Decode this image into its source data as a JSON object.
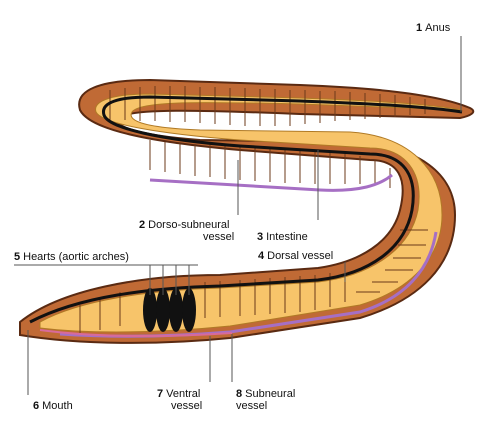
{
  "labels": [
    {
      "key": "anus",
      "number": "1",
      "text": "Anus",
      "line2": ""
    },
    {
      "key": "dorso-subneural",
      "number": "2",
      "text": "Dorso-subneural",
      "line2": "vessel"
    },
    {
      "key": "intestine",
      "number": "3",
      "text": "Intestine",
      "line2": ""
    },
    {
      "key": "dorsal-vessel",
      "number": "4",
      "text": "Dorsal vessel",
      "line2": ""
    },
    {
      "key": "hearts",
      "number": "5",
      "text": "Hearts (aortic arches)",
      "line2": ""
    },
    {
      "key": "mouth",
      "number": "6",
      "text": "Mouth",
      "line2": ""
    },
    {
      "key": "ventral-vessel",
      "number": "7",
      "text": "Ventral",
      "line2": "vessel"
    },
    {
      "key": "subneural-vessel",
      "number": "8",
      "text": "Subneural",
      "line2": "vessel"
    }
  ],
  "colors": {
    "body_wall": "#c06a35",
    "body_outline": "#5a2a12",
    "intestine": "#f7c46a",
    "intestine_highlight": "#fce39a",
    "dorsal_vessel": "#111111",
    "subneural_vessel": "#a66fc4",
    "ventral_vessel": "#d86a9a",
    "leader_line": "#555555"
  }
}
